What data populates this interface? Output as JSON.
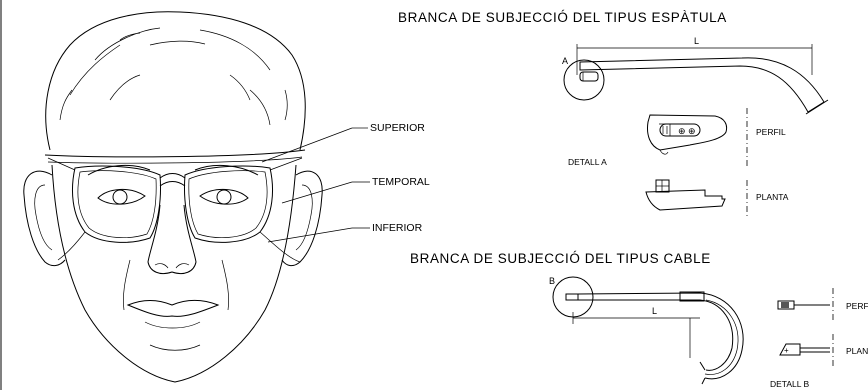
{
  "titles": {
    "spatula": "BRANCA DE SUBJECCIÓ DEL TIPUS ESPÀTULA",
    "cable": "BRANCA DE SUBJECCIÓ DEL TIPUS CABLE"
  },
  "face_labels": {
    "superior": "SUPERIOR",
    "temporal": "TEMPORAL",
    "inferior": "INFERIOR"
  },
  "spatula_labels": {
    "detail_marker": "A",
    "length": "L",
    "profile": "PERFIL",
    "detail": "DETALL  A",
    "plan": "PLANTA"
  },
  "cable_labels": {
    "detail_marker": "B",
    "length": "L",
    "profile": "PERFIL",
    "plan": "PLANTA",
    "detail": "DETALL  B"
  }
}
